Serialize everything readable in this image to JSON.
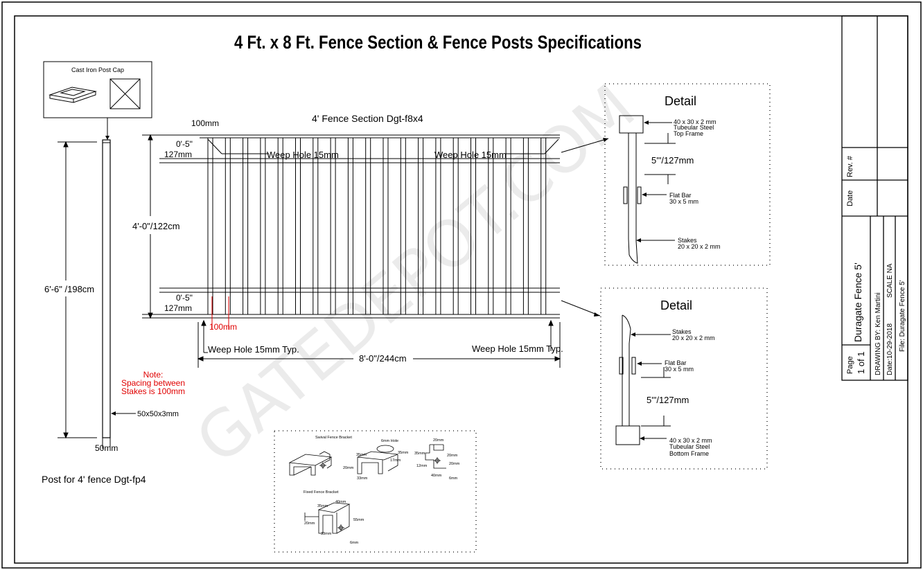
{
  "title": "4 Ft. x 8 Ft. Fence Section & Fence Posts Specifications",
  "watermark": "GATEDEPOT.COM",
  "post_cap": {
    "label": "Cast Iron Post Cap"
  },
  "post": {
    "height_label": "6'-6\" /198cm",
    "size_label": "50x50x3mm",
    "width_label": "50mm",
    "caption": "Post for 4' fence Dgt-fp4"
  },
  "note": {
    "line1": "Note:",
    "line2": "Spacing between",
    "line3": "Stakes is 100mm"
  },
  "section": {
    "caption": "4' Fence Section Dgt-f8x4",
    "top_gap": "100mm",
    "top_rail_offset_a": "0'-5\"",
    "top_rail_offset_b": "127mm",
    "height_label": "4'-0\"/122cm",
    "bottom_rail_offset_a": "0'-5\"",
    "bottom_rail_offset_b": "127mm",
    "weep_top_left": "Weep Hole 15mm",
    "weep_top_right": "Weep Hole 15mm",
    "stake_spacing": "100mm",
    "weep_bottom_left": "Weep Hole 15mm Typ.",
    "weep_bottom_right": "Weep Hole 15mm Typ.",
    "width_label": "8'-0\"/244cm"
  },
  "detail_top": {
    "title": "Detail",
    "frame_1": "40 x 30 x 2 mm",
    "frame_2": "Tubeular Steel",
    "frame_3": "Top Frame",
    "offset": "5'\"/127mm",
    "flat_bar_1": "Flat Bar",
    "flat_bar_2": "30 x 5 mm",
    "stakes_1": "Stakes",
    "stakes_2": "20 x 20 x 2 mm"
  },
  "detail_bottom": {
    "title": "Detail",
    "stakes_1": "Stakes",
    "stakes_2": "20 x 20 x 2 mm",
    "flat_bar_1": "Flat Bar",
    "flat_bar_2": "30 x 5 mm",
    "offset": "5'\"/127mm",
    "frame_1": "40 x 30 x 2 mm",
    "frame_2": "Tubeular Steel",
    "frame_3": "Bottom Frame"
  },
  "brackets": {
    "swivel_title": "Swival Fence Bracket",
    "fixed_title": "Fixed Fence Bracket",
    "dims": {
      "hole": "6mm Hole",
      "d35a": "35mm",
      "d35b": "35mm",
      "d20a": "20mm",
      "d17": "17mm",
      "d33a": "33mm",
      "d20b": "20mm",
      "d35c": "35mm",
      "d20c": "20mm",
      "d20d": "20mm",
      "d12": "12mm",
      "d40a": "40mm",
      "d6a": "6mm",
      "d40b": "40mm",
      "d35d": "35mm",
      "d55": "55mm",
      "d20e": "20mm",
      "d33b": "33mm",
      "d6b": "6mm"
    }
  },
  "title_block": {
    "rev_label": "Rev. #",
    "date_label": "Date",
    "page_label": "Page",
    "page_value": "1 of 1",
    "project": "Duragate Fence 5'",
    "drawn_by": "DRAWING BY: Ken Martini",
    "date": "Date:10-29-2018",
    "scale": "SCALE NA",
    "file": "File: Duragate Fence 5'"
  }
}
